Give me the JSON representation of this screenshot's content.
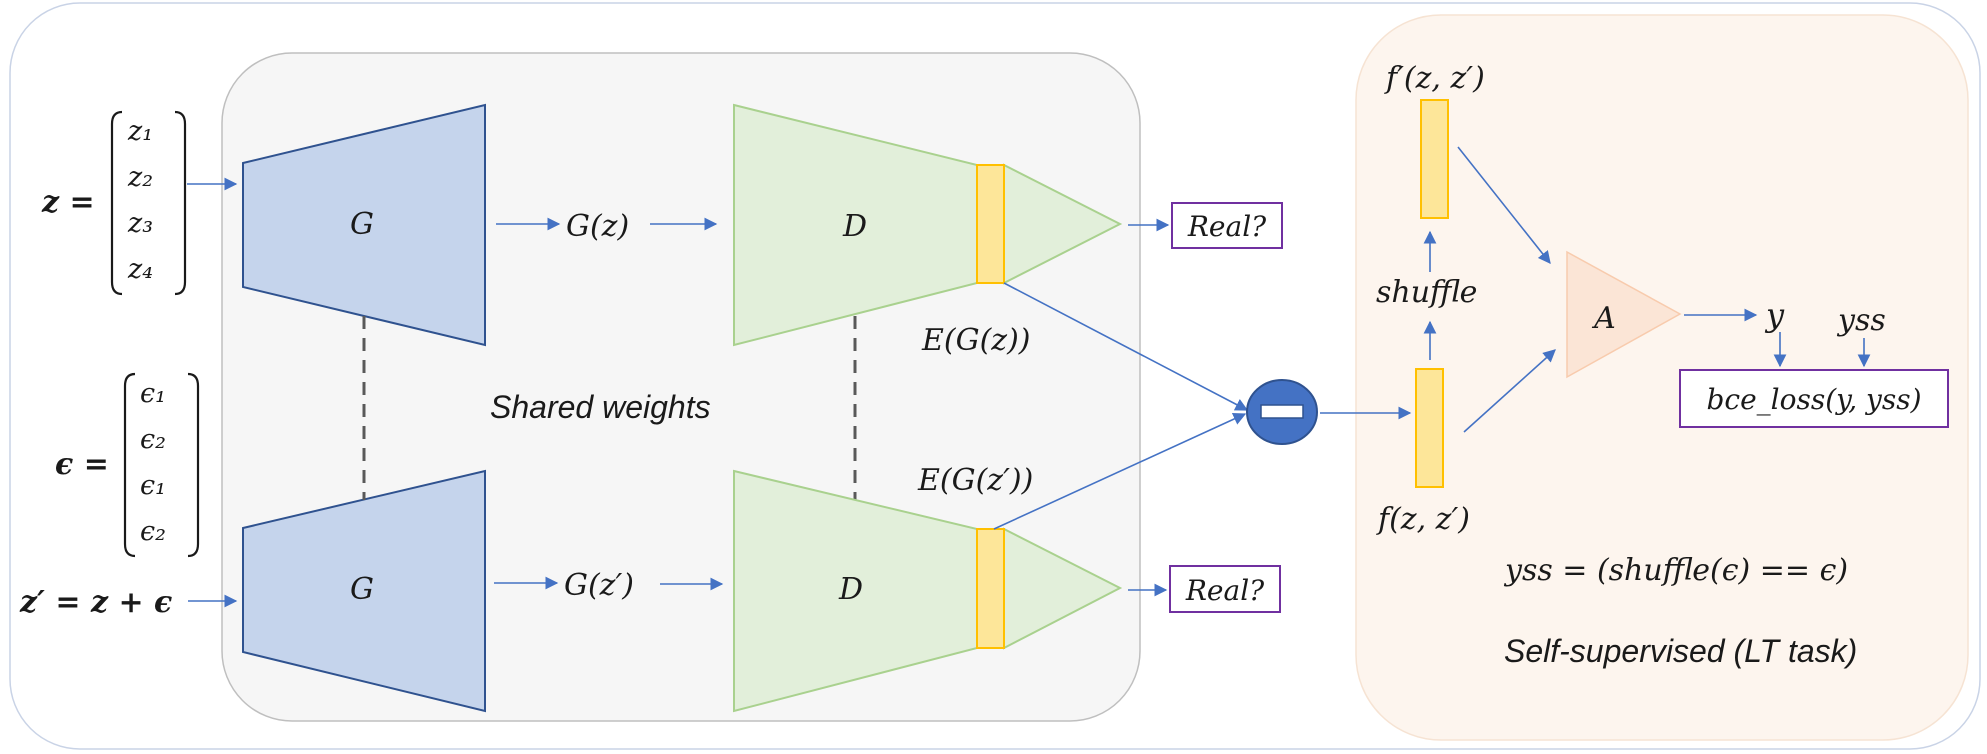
{
  "input_z": {
    "lhs": "z =",
    "entries": [
      "z₁",
      "z₂",
      "z₃",
      "z₄"
    ]
  },
  "input_eps": {
    "lhs": "ϵ =",
    "entries": [
      "ϵ₁",
      "ϵ₂",
      "ϵ₁",
      "ϵ₂"
    ]
  },
  "input_zprime": "z′ = z + ϵ",
  "generator_label": "G",
  "discriminator_label": "D",
  "gz_label": "G(z)",
  "gzprime_label": "G(z′)",
  "egz_label": "E(G(z))",
  "egzprime_label": "E(G(z′))",
  "real_label": "Real?",
  "shared_weights_label": "Shared weights",
  "fprime_label": "f′(z, z′)",
  "f_label": "f(z, z′)",
  "shuffle_label": "shuffle",
  "a_label": "A",
  "y_label": "y",
  "yss_label": "yss",
  "bce_loss_label": "bce_loss(y, yss)",
  "yss_equation": "yss = (shuffle(ϵ) == ϵ)",
  "self_supervised_label": "Self-supervised (LT task)",
  "colors": {
    "generator_fill": "#c5d4ec",
    "generator_stroke": "#2f528f",
    "discriminator_fill": "#e2efda",
    "discriminator_stroke": "#a9d18e",
    "feature_fill": "#fde699",
    "feature_stroke": "#ffc000",
    "arrow": "#4472c4",
    "minus_circle": "#4472c4",
    "label_box_stroke": "#7030a0",
    "shared_panel": "#f5f5f5",
    "ss_panel": "#fdf4ec",
    "a_fill": "#fbe5d6"
  }
}
